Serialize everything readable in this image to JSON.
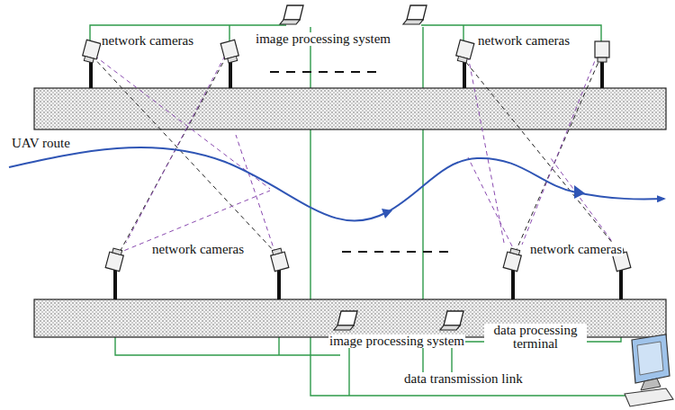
{
  "diagram": {
    "labels": [
      "image processing system",
      "network cameras",
      "network cameras",
      "UAV route",
      "network cameras",
      "network cameras",
      "image processing system",
      "data processing terminal",
      "data transmission link"
    ]
  }
}
